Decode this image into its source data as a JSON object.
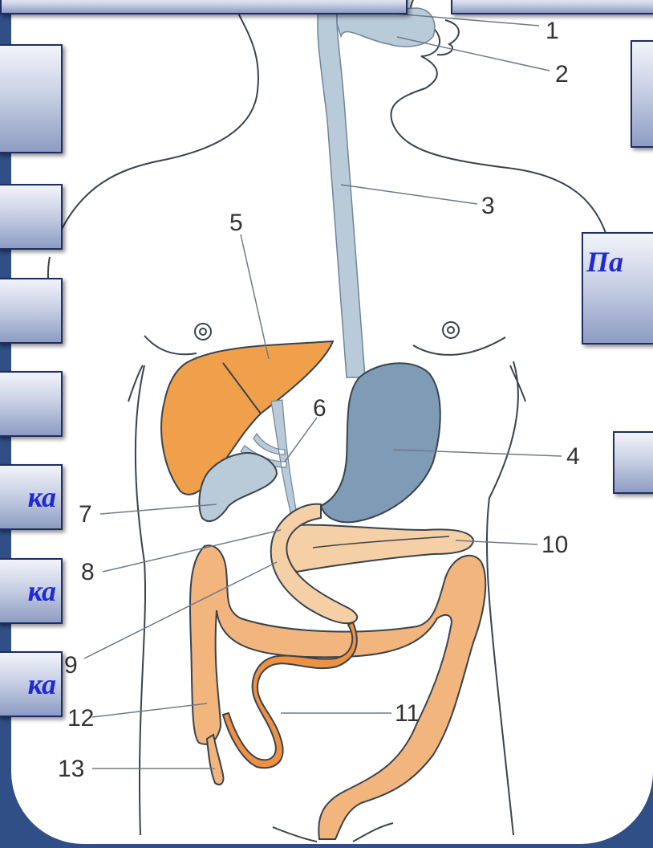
{
  "diagram": {
    "numbers": [
      "1",
      "2",
      "3",
      "4",
      "5",
      "6",
      "7",
      "8",
      "9",
      "10",
      "11",
      "12",
      "13"
    ]
  },
  "labels": {
    "left_5": "ка",
    "left_6": "ка",
    "left_7": "ка",
    "right_pa": "Па"
  },
  "colors": {
    "background": "#2f4f86",
    "panel": "#ffffff",
    "liver": "#f0a04b",
    "stomach": "#7f9bb5",
    "esophagus": "#b9cbd9",
    "intestine_light": "#f5cfa5",
    "intestine": "#f2b57d",
    "small_intestine_dark": "#ee9143",
    "outline": "#39434c",
    "label_text": "#1f2bd1"
  }
}
